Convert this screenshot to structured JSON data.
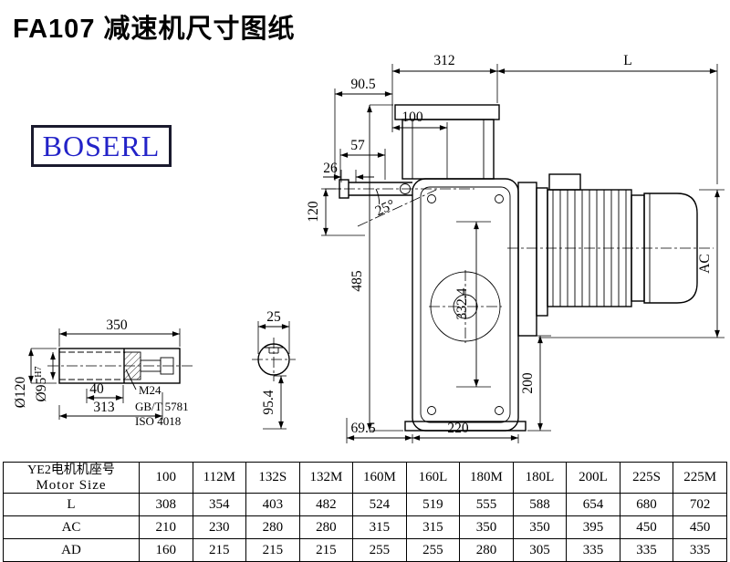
{
  "page": {
    "title": "FA107 减速机尺寸图纸"
  },
  "logo": {
    "text": "BOSERL",
    "text_color": "#2323c8",
    "border_color": "#1a1a2e"
  },
  "drawing": {
    "main": {
      "d312": "312",
      "dL": "L",
      "d90_5": "90.5",
      "d100": "100",
      "d57": "57",
      "d26": "26",
      "d120": "120",
      "angle": "25°",
      "d485": "485",
      "d332_4": "332.4",
      "ac": "AC",
      "d200": "200",
      "d69_5": "69.5",
      "d220": "220"
    },
    "shaft": {
      "d350": "350",
      "d40": "40",
      "d313": "313",
      "dia120": "Ø120",
      "dia95": "Ø95",
      "dia95_tol": "H7",
      "m24": "M24",
      "gbt": "GB/T 5781",
      "iso": "ISO 4018"
    },
    "section": {
      "d25": "25",
      "d95_4": "95.4"
    }
  },
  "table": {
    "header_cn": "YE2电机机座号",
    "header_en": "Motor Size",
    "columns": [
      "100",
      "112M",
      "132S",
      "132M",
      "160M",
      "160L",
      "180M",
      "180L",
      "200L",
      "225S",
      "225M"
    ],
    "rows": [
      {
        "label": "L",
        "values": [
          "308",
          "354",
          "403",
          "482",
          "524",
          "519",
          "555",
          "588",
          "654",
          "680",
          "702"
        ]
      },
      {
        "label": "AC",
        "values": [
          "210",
          "230",
          "280",
          "280",
          "315",
          "315",
          "350",
          "350",
          "395",
          "450",
          "450"
        ]
      },
      {
        "label": "AD",
        "values": [
          "160",
          "215",
          "215",
          "215",
          "255",
          "255",
          "280",
          "305",
          "335",
          "335",
          "335"
        ]
      }
    ]
  }
}
